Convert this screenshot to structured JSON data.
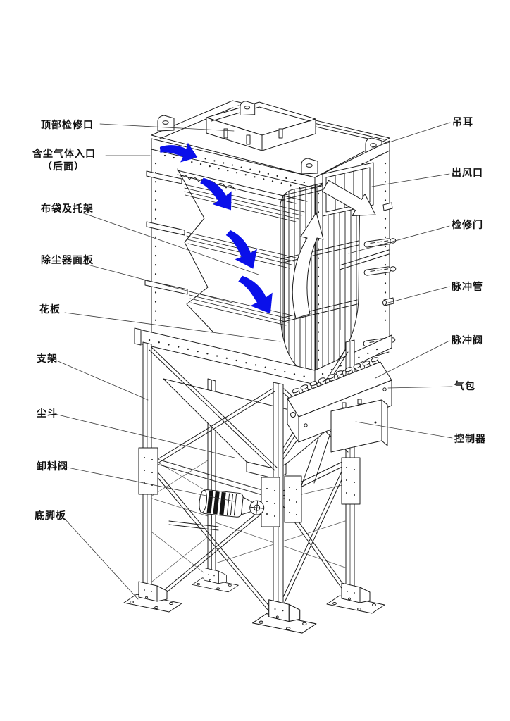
{
  "figure": {
    "type": "technical cutaway diagram",
    "subject": "pulse-jet bag filter dust collector",
    "background_color": "#ffffff",
    "line_color": "#1c1c1c",
    "airflow_arrow_color": "#0a10ea"
  },
  "labels": {
    "left": [
      {
        "id": "top-access-port",
        "text": "顶部检修口"
      },
      {
        "id": "dusty-gas-inlet",
        "text": "含尘气体入口",
        "text2": "（后面）"
      },
      {
        "id": "bag-and-cage",
        "text": "布袋及托架"
      },
      {
        "id": "collector-panel",
        "text": "除尘器面板"
      },
      {
        "id": "tube-sheet",
        "text": "花板"
      },
      {
        "id": "support-frame",
        "text": "支架"
      },
      {
        "id": "dust-hopper",
        "text": "尘斗"
      },
      {
        "id": "discharge-valve",
        "text": "卸料阀"
      },
      {
        "id": "base-plate",
        "text": "底脚板"
      }
    ],
    "right": [
      {
        "id": "lifting-lug",
        "text": "吊耳"
      },
      {
        "id": "air-outlet",
        "text": "出风口"
      },
      {
        "id": "access-door",
        "text": "检修门"
      },
      {
        "id": "pulse-pipe",
        "text": "脉冲管"
      },
      {
        "id": "pulse-valve",
        "text": "脉冲阀"
      },
      {
        "id": "air-tank",
        "text": "气包"
      },
      {
        "id": "controller",
        "text": "控制器"
      }
    ]
  }
}
